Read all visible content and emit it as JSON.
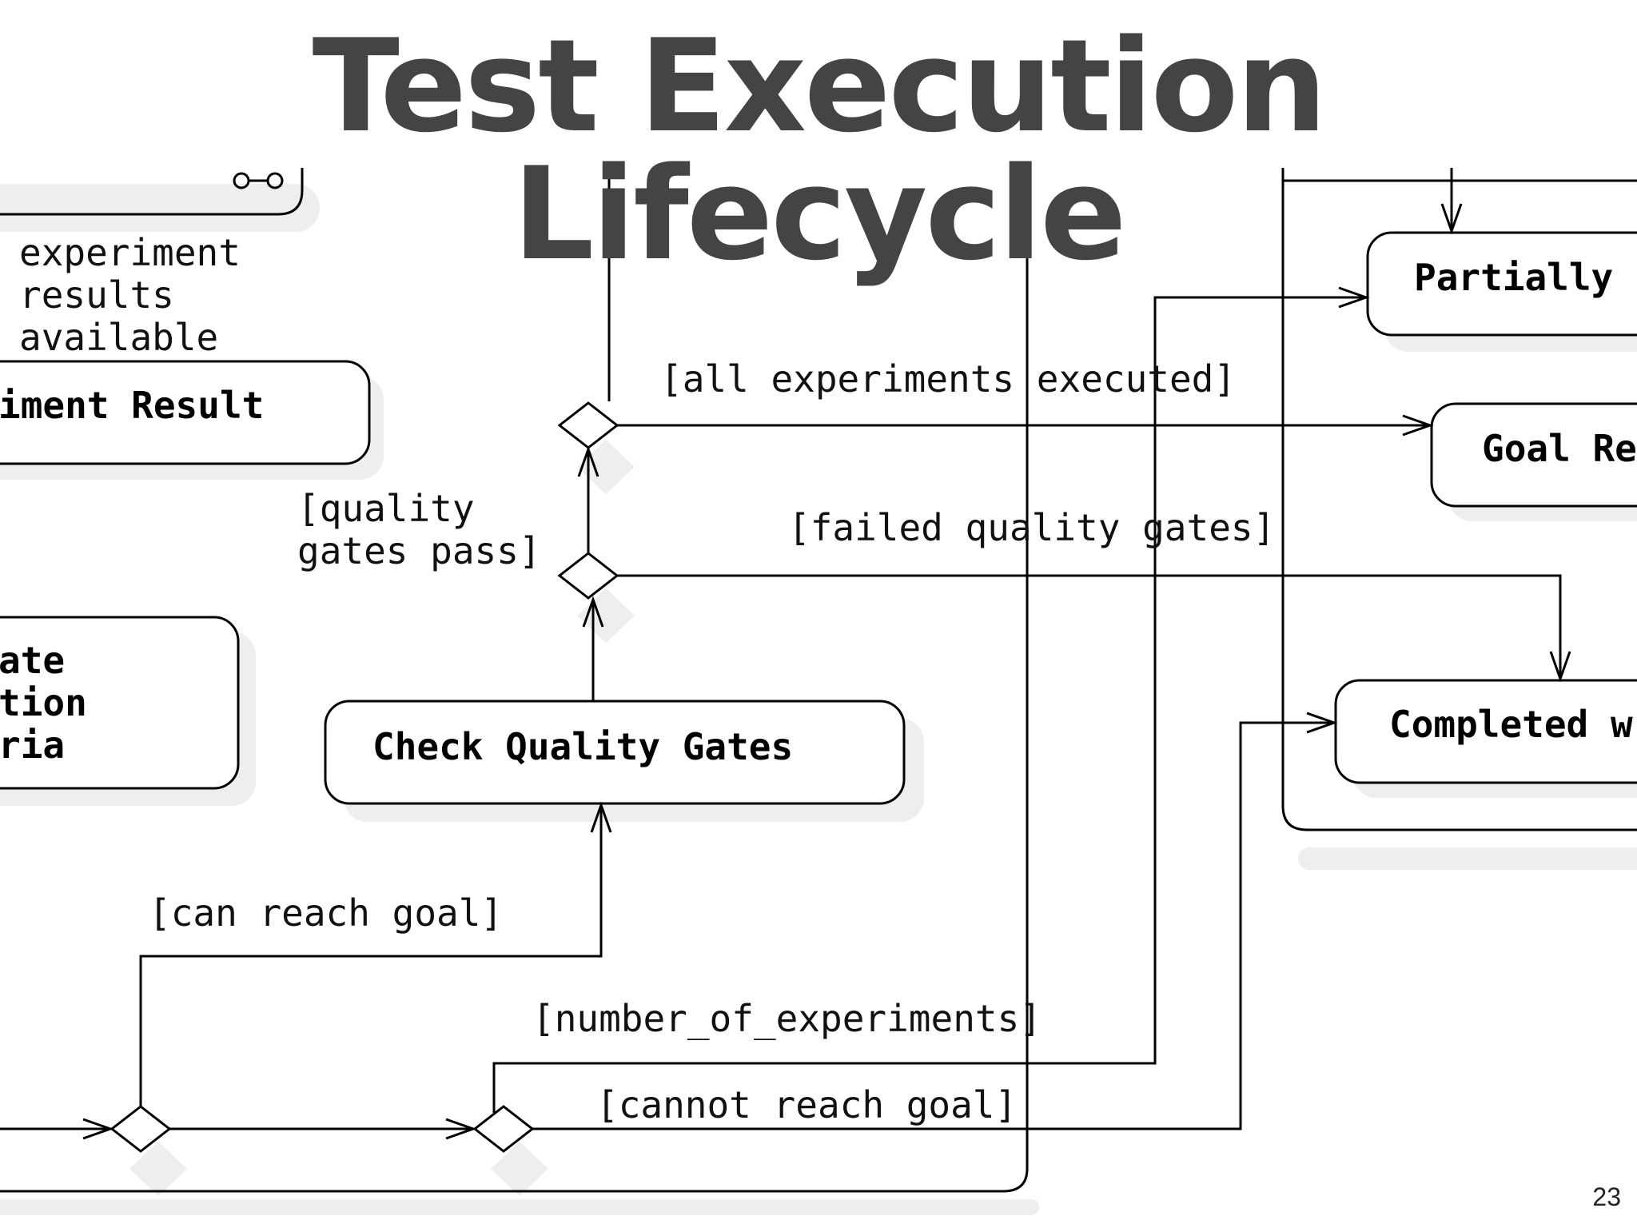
{
  "title": "Test Execution Lifecycle",
  "page_number": "23",
  "nodes": {
    "experiment_result": "iment Result",
    "evaluate_criteria": [
      "ate",
      "tion",
      "ria"
    ],
    "check_quality_gates": "Check Quality Gates",
    "partially": "Partially",
    "goal_reached": "Goal Re",
    "completed": "Completed w"
  },
  "labels": {
    "experiment_results_available": [
      "experiment",
      "results",
      "available"
    ],
    "all_experiments_executed": "[all experiments executed]",
    "quality_gates_pass": [
      "[quality",
      "gates pass]"
    ],
    "failed_quality_gates": "[failed quality gates]",
    "can_reach_goal": "[can reach goal]",
    "number_of_experiments": "[number_of_experiments]",
    "cannot_reach_goal": "[cannot reach goal]"
  }
}
